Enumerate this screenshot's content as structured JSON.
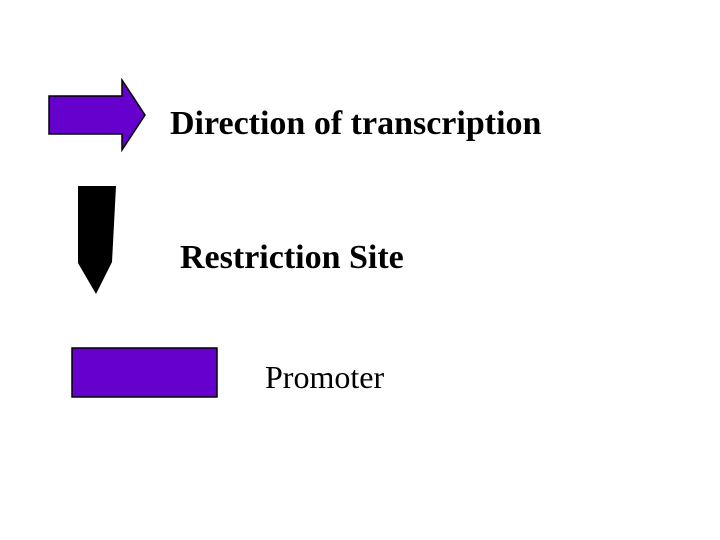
{
  "legend": {
    "transcription": {
      "label": "Direction of transcription",
      "icon": "right-arrow-icon",
      "color": "#6600cc"
    },
    "restriction_site": {
      "label": "Restriction  Site",
      "icon": "restriction-marker-icon",
      "color": "#000000"
    },
    "promoter": {
      "label": "Promoter",
      "icon": "promoter-box-icon",
      "color": "#6600cc"
    }
  }
}
